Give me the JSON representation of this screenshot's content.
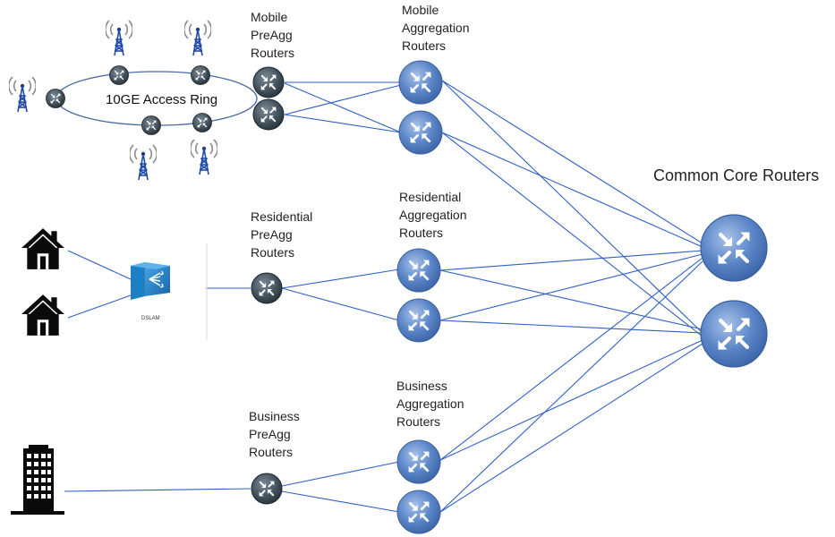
{
  "labels": {
    "mobile_preagg": [
      "Mobile",
      "PreAgg",
      "Routers"
    ],
    "mobile_agg": [
      "Mobile",
      "Aggregation",
      "Routers"
    ],
    "access_ring": "10GE Access Ring",
    "core": "Common Core Routers",
    "residential_preagg": [
      "Residential",
      "PreAgg",
      "Routers"
    ],
    "residential_agg": [
      "Residential",
      "Aggregation",
      "Routers"
    ],
    "business_preagg": [
      "Business",
      "PreAgg",
      "Routers"
    ],
    "business_agg": [
      "Business",
      "Aggregation",
      "Routers"
    ],
    "dslam": "DSLAM"
  },
  "icons": {
    "cell_tower": "cell-tower-icon",
    "small_router": "router-icon",
    "agg_router": "aggregation-router-icon",
    "core_router": "core-router-icon",
    "house": "house-icon",
    "dslam": "dslam-icon",
    "office": "office-building-icon"
  },
  "colors": {
    "link": "#2f5ec4",
    "router_dark": "#3c4a55",
    "router_blue": "#5a86c8",
    "dslam": "#1f7fc4",
    "ring": "#4b6aa0"
  }
}
